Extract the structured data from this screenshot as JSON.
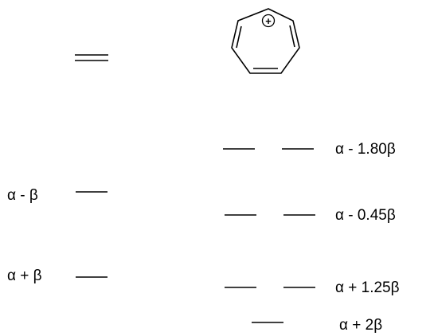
{
  "ethylene": {
    "levels": [
      {
        "label": "α - β"
      },
      {
        "label": "α + β"
      }
    ]
  },
  "tropylium": {
    "charge_symbol": "+",
    "levels": [
      {
        "label": "α - 1.80β",
        "degeneracy": 2
      },
      {
        "label": "α - 0.45β",
        "degeneracy": 2
      },
      {
        "label": "α + 1.25β",
        "degeneracy": 2
      },
      {
        "label": "α + 2β",
        "degeneracy": 1
      }
    ]
  },
  "colors": {
    "ink": "#000000",
    "background": "#ffffff"
  }
}
